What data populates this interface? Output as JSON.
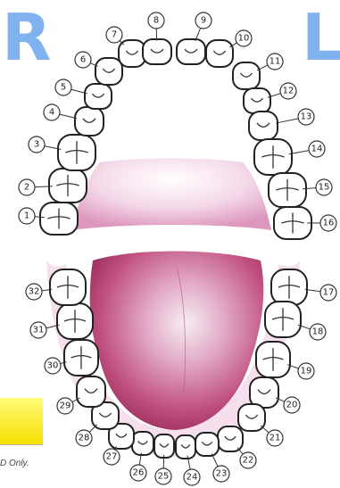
{
  "corner_letters": {
    "left": "R",
    "right": "L"
  },
  "footer_text": "D Only.",
  "teeth": [
    {
      "number": "1"
    },
    {
      "number": "2"
    },
    {
      "number": "3"
    },
    {
      "number": "4"
    },
    {
      "number": "5"
    },
    {
      "number": "6"
    },
    {
      "number": "7"
    },
    {
      "number": "8"
    },
    {
      "number": "9"
    },
    {
      "number": "10"
    },
    {
      "number": "11"
    },
    {
      "number": "12"
    },
    {
      "number": "13"
    },
    {
      "number": "14"
    },
    {
      "number": "15"
    },
    {
      "number": "16"
    },
    {
      "number": "17"
    },
    {
      "number": "18"
    },
    {
      "number": "19"
    },
    {
      "number": "20"
    },
    {
      "number": "21"
    },
    {
      "number": "22"
    },
    {
      "number": "23"
    },
    {
      "number": "24"
    },
    {
      "number": "25"
    },
    {
      "number": "26"
    },
    {
      "number": "27"
    },
    {
      "number": "28"
    },
    {
      "number": "29"
    },
    {
      "number": "30"
    },
    {
      "number": "31"
    },
    {
      "number": "32"
    }
  ],
  "colors": {
    "tongue": "#c0507f",
    "palate": "#e8b3d2",
    "letters": "#7fb2ee",
    "callout": "#f5e000"
  }
}
